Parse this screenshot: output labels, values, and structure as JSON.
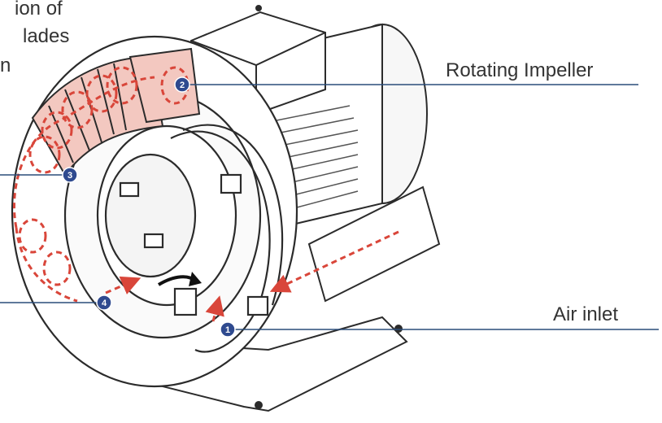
{
  "labels": {
    "top_left_line1": "ion of",
    "top_left_line2": "lades",
    "top_left_line3": "n",
    "rotating_impeller": "Rotating Impeller",
    "air_inlet": "Air inlet"
  },
  "callouts": [
    {
      "number": "1"
    },
    {
      "number": "2"
    },
    {
      "number": "3"
    },
    {
      "number": "4"
    }
  ],
  "colors": {
    "callout_fill": "#2f4a8f",
    "leader_line": "#2a4d7a",
    "airflow": "#d9463a",
    "highlight": "#f3c8c0",
    "outline": "#2b2b2b"
  }
}
